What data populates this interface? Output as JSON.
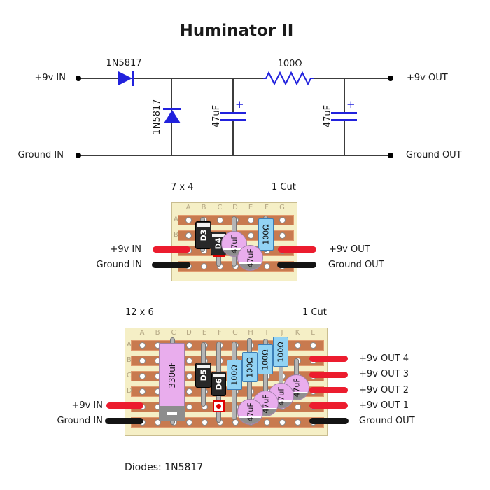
{
  "title": "Huminator II",
  "footnote": "Diodes: 1N5817",
  "colors": {
    "schematic_blue": "#2121dd",
    "wire_red": "#ec1c2e",
    "wire_black": "#141414",
    "board_fill": "#f5efc6",
    "strip_copper": "#c87a4f",
    "cap_pink": "#e9aded",
    "resistor_blue": "#92d3f4"
  },
  "schematic": {
    "in_pos": "+9v IN",
    "in_gnd": "Ground IN",
    "out_pos": "+9v OUT",
    "out_gnd": "Ground OUT",
    "diode_series": "1N5817",
    "diode_shunt": "1N5817",
    "resistor": "100Ω",
    "cap_a": "47uF",
    "cap_b": "47uF",
    "plus_a": "+",
    "plus_b": "+"
  },
  "board1": {
    "size_caption": "7 x 4",
    "cut_caption": "1 Cut",
    "columns": [
      "A",
      "B",
      "C",
      "D",
      "E",
      "F",
      "G"
    ],
    "row_labels": [
      "A",
      "B"
    ],
    "in_pos": "+9v IN",
    "in_gnd": "Ground IN",
    "out_pos": "+9v OUT",
    "out_gnd": "Ground OUT",
    "components": {
      "d3": "D3",
      "d4": "D4",
      "cap1": "47uF",
      "cap2": "47uF",
      "r1": "100Ω"
    }
  },
  "board2": {
    "size_caption": "12 x 6",
    "cut_caption": "1 Cut",
    "columns": [
      "A",
      "B",
      "C",
      "D",
      "E",
      "F",
      "G",
      "H",
      "I",
      "J",
      "K",
      "L"
    ],
    "row_labels": [
      "A",
      "B",
      "C",
      "D"
    ],
    "in_pos": "+9v IN",
    "in_gnd": "Ground IN",
    "out_labels": [
      "+9v OUT 4",
      "+9v OUT 3",
      "+9v OUT 2",
      "+9v OUT 1",
      "Ground OUT"
    ],
    "components": {
      "cap330": "330uF",
      "d5": "D5",
      "d6": "D6",
      "r1": "100Ω",
      "r2": "100Ω",
      "r3": "100Ω",
      "r4": "100Ω",
      "cap1": "47uF",
      "cap2": "47uF",
      "cap3": "47uF",
      "cap4": "47uF"
    }
  }
}
